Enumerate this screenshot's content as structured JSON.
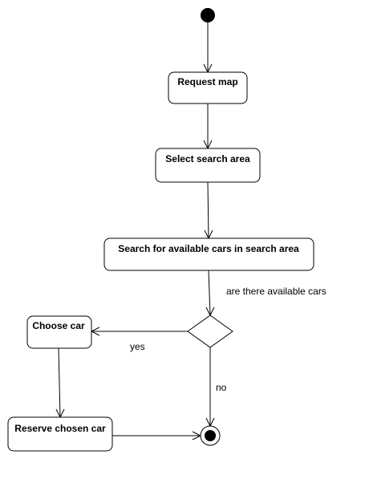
{
  "nodes": {
    "request_map": "Request map",
    "select_search_area": "Select search area",
    "search_available_cars": "Search for available cars in search area",
    "choose_car": "Choose car",
    "reserve_chosen_car": "Reserve chosen car"
  },
  "labels": {
    "decision_question": "are there available cars",
    "yes": "yes",
    "no": "no"
  }
}
